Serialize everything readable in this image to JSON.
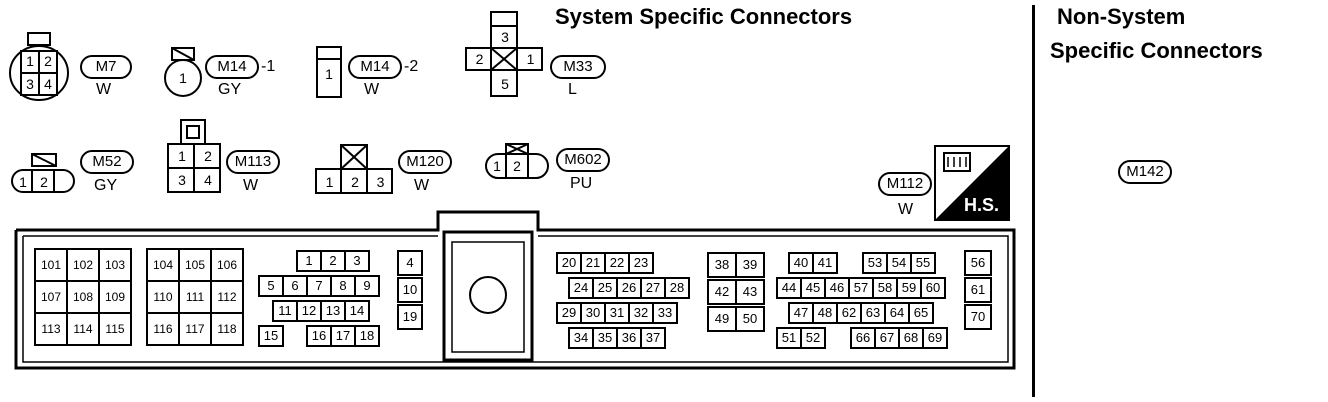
{
  "headers": {
    "system": "System Specific Connectors",
    "non_system_line1": "Non-System",
    "non_system_line2": "Specific Connectors"
  },
  "connectors": {
    "m7": {
      "code": "M7",
      "color": "W"
    },
    "m14a": {
      "code": "M14",
      "suffix": "-1",
      "color": "GY"
    },
    "m14b": {
      "code": "M14",
      "suffix": "-2",
      "color": "W"
    },
    "m33": {
      "code": "M33",
      "color": "L"
    },
    "m52": {
      "code": "M52",
      "color": "GY"
    },
    "m113": {
      "code": "M113",
      "color": "W"
    },
    "m120": {
      "code": "M120",
      "color": "W"
    },
    "m602": {
      "code": "M602",
      "color": "PU"
    },
    "m112": {
      "code": "M112",
      "color": "W"
    },
    "m142": {
      "code": "M142"
    }
  },
  "pin_labels": {
    "m7": [
      "1",
      "2",
      "3",
      "4"
    ],
    "m14a": [
      "1"
    ],
    "m14b": [
      "1"
    ],
    "m33": [
      "3",
      "2",
      "1",
      "5"
    ],
    "m52": [
      "1",
      "2"
    ],
    "m113": [
      "1",
      "2",
      "3",
      "4"
    ],
    "m120": [
      "1",
      "2",
      "3"
    ],
    "m602": [
      "1",
      "2"
    ]
  },
  "hs_label": "H.S.",
  "ecm_blocks": {
    "a": [
      [
        "101",
        "102",
        "103"
      ],
      [
        "107",
        "108",
        "109"
      ],
      [
        "113",
        "114",
        "115"
      ]
    ],
    "b": [
      [
        "104",
        "105",
        "106"
      ],
      [
        "110",
        "111",
        "112"
      ],
      [
        "116",
        "117",
        "118"
      ]
    ],
    "c_row1": [
      "1",
      "2",
      "3"
    ],
    "c_row2": [
      "5",
      "6",
      "7",
      "8",
      "9"
    ],
    "c_row3": [
      "11",
      "12",
      "13",
      "14"
    ],
    "c_row4a": [
      "15"
    ],
    "c_row4b": [
      "16",
      "17",
      "18"
    ],
    "d": [
      "4",
      "10",
      "19"
    ],
    "e_row1": [
      "20",
      "21",
      "22",
      "23"
    ],
    "e_row2": [
      "24",
      "25",
      "26",
      "27",
      "28"
    ],
    "e_row3": [
      "29",
      "30",
      "31",
      "32",
      "33"
    ],
    "e_row4": [
      "34",
      "35",
      "36",
      "37"
    ],
    "f": [
      [
        "38",
        "39"
      ],
      [
        "42",
        "43"
      ],
      [
        "49",
        "50"
      ]
    ],
    "g_row1a": [
      "40",
      "41"
    ],
    "g_row1b": [
      "53",
      "54",
      "55"
    ],
    "g_row2": [
      "44",
      "45",
      "46",
      "57",
      "58",
      "59",
      "60"
    ],
    "g_row3": [
      "47",
      "48",
      "62",
      "63",
      "64",
      "65"
    ],
    "g_row4a": [
      "51",
      "52"
    ],
    "g_row4b": [
      "66",
      "67",
      "68",
      "69"
    ],
    "h": [
      "56",
      "61",
      "70"
    ]
  }
}
